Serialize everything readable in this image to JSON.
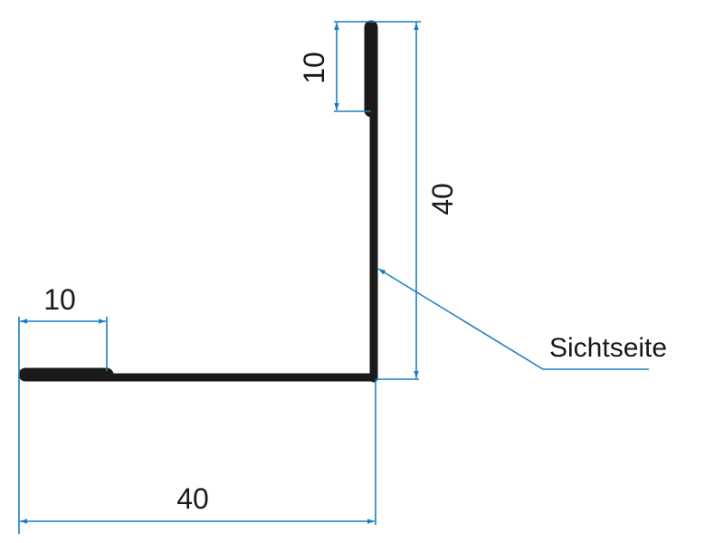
{
  "drawing": {
    "type": "L-profile cross-section",
    "colors": {
      "profile": "#1a1a1a",
      "dimension": "#1a7fc1",
      "background": "#ffffff"
    },
    "dimensions": {
      "top_flange_height": "10",
      "vertical_leg_height": "40",
      "left_flange_width": "10",
      "horizontal_leg_width": "40"
    },
    "annotation": {
      "label": "Sichtseite"
    }
  }
}
